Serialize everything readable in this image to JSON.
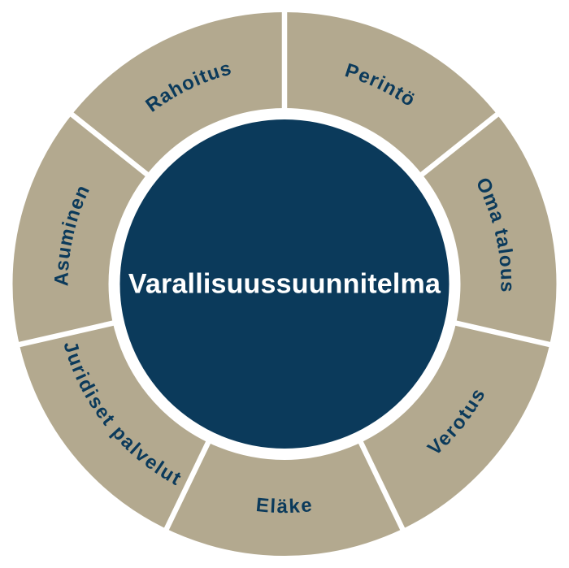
{
  "diagram": {
    "type": "wheel",
    "center_label": "Varallisuussuunnitelma",
    "segments": [
      {
        "label": "Perintö"
      },
      {
        "label": "Oma talous"
      },
      {
        "label": "Verotus"
      },
      {
        "label": "Eläke"
      },
      {
        "label": "Juridiset palvelut"
      },
      {
        "label": "Asuminen"
      },
      {
        "label": "Rahoitus"
      }
    ],
    "colors": {
      "ring": "#b3a98f",
      "center_circle": "#0b3a5b",
      "segment_label": "#0b3a5b",
      "divider": "#ffffff",
      "center_text": "#ffffff"
    }
  }
}
